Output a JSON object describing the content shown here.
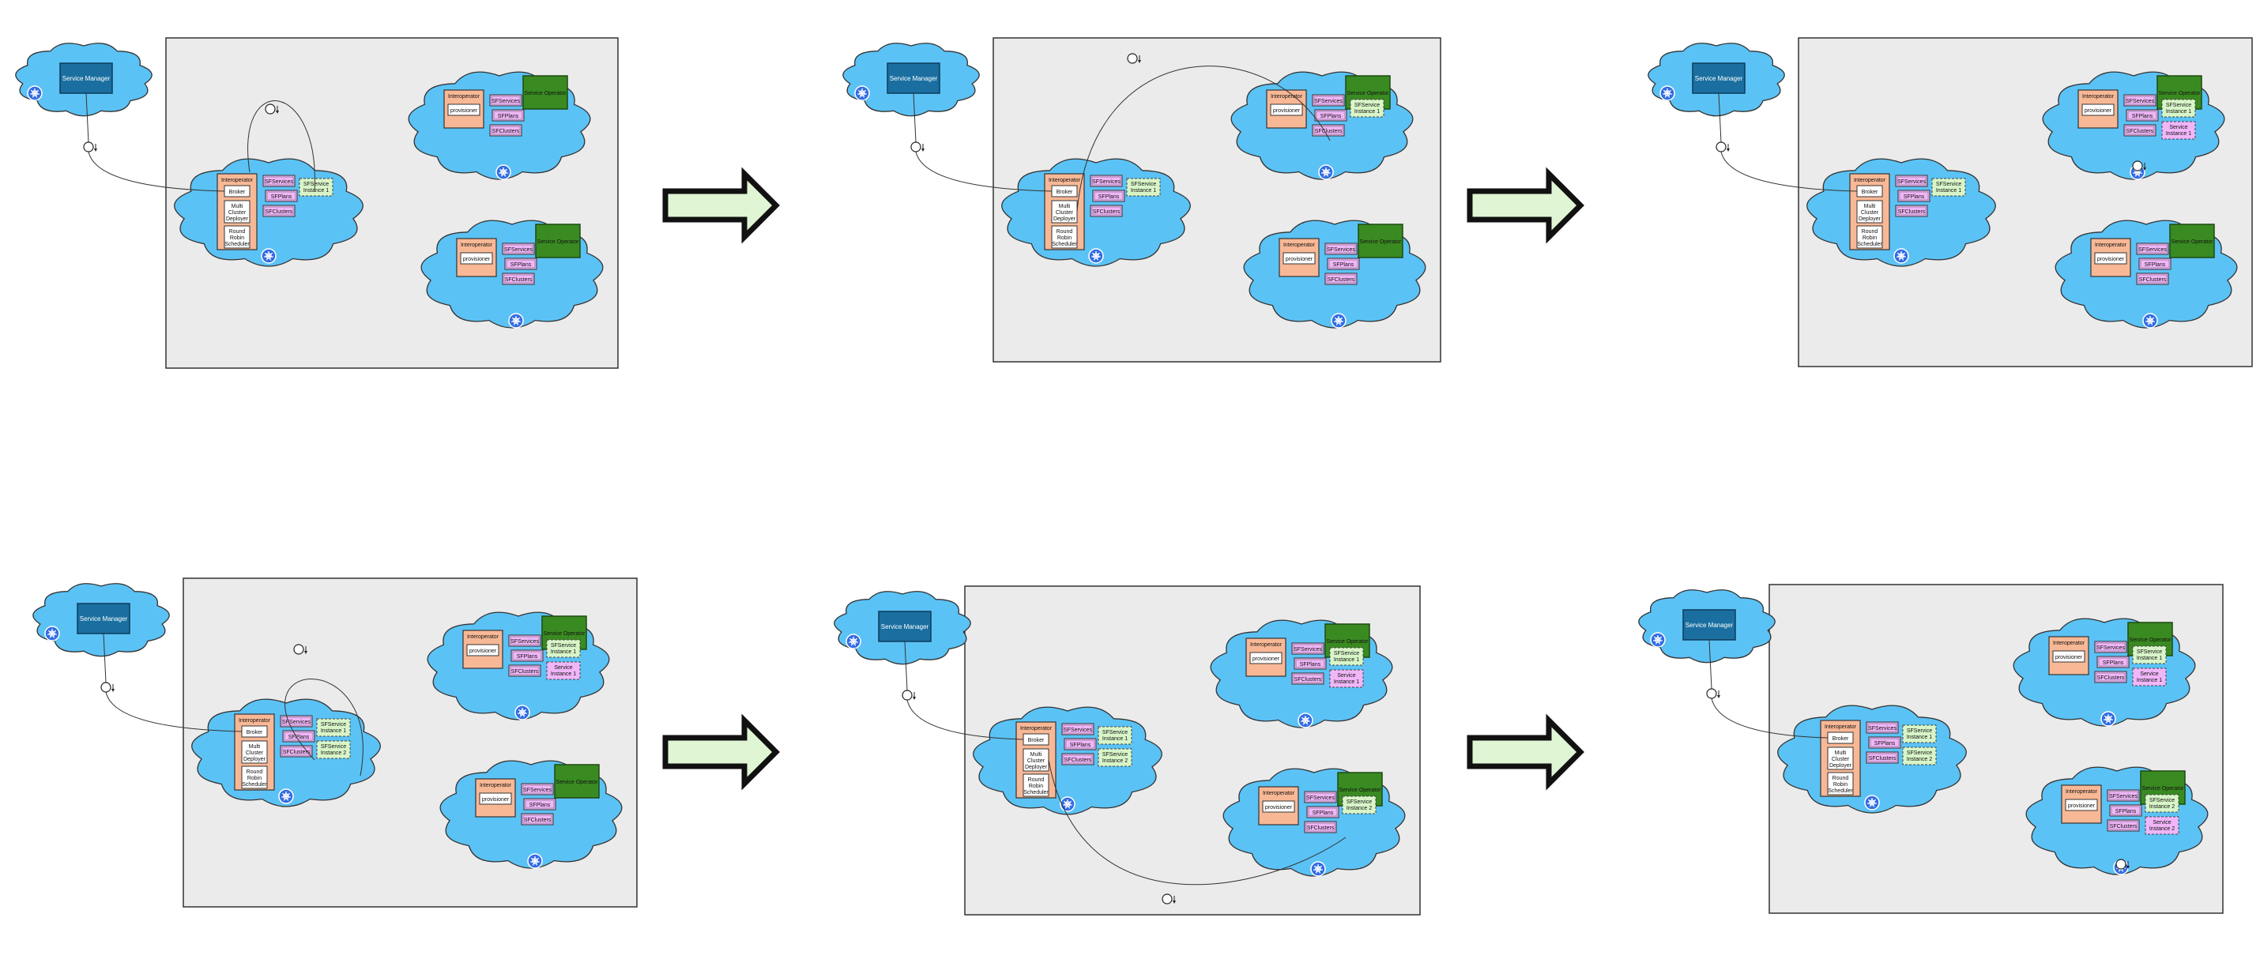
{
  "labels": {
    "service_manager": "Service Manager",
    "service_operator": "Service Operator",
    "interoperator": "Interoperator",
    "broker": "Broker",
    "mcd": [
      "Multi",
      "Cluster",
      "Deployer"
    ],
    "rrs": [
      "Round",
      "Robin",
      "Scheduler"
    ],
    "provisioner": "provisioner",
    "sfservices": "SFServices",
    "sfplans": "SFPlans",
    "sfclusters": "SFClusters",
    "sfservice_instance_1": [
      "SFService",
      "Instance 1"
    ],
    "sfservice_instance_2": [
      "SFService",
      "Instance 2"
    ],
    "service_instance_1": [
      "Service",
      "Instance 1"
    ],
    "service_instance_2": [
      "Service",
      "Instance 2"
    ]
  },
  "colors": {
    "cloud": "#5bc2f5",
    "panel": "#ebebeb",
    "service_manager": "#1a6fa0",
    "service_operator": "#3a8a22",
    "interoperator": "#f8b896",
    "crd": "#f0b6f8",
    "sfservice_instance": "#d8f5c8",
    "service_instance": "#f0b6f8",
    "arrow": "#dff5d4"
  },
  "steps": [
    {
      "id": 1,
      "master_instance": "sfservice_instance_1",
      "remote1_instance": null,
      "remote2_instance": null
    },
    {
      "id": 2,
      "master_instance": "sfservice_instance_1",
      "remote1_instance": "sfservice_instance_1",
      "remote2_instance": null
    },
    {
      "id": 3,
      "master_instance": "sfservice_instance_1",
      "remote1_instance": "sfservice_instance_1",
      "remote1_service": "service_instance_1",
      "remote2_instance": null
    },
    {
      "id": 4,
      "master_instance": "sfservice_instance_1",
      "master_instance_b": "sfservice_instance_2",
      "remote1_instance": "sfservice_instance_1",
      "remote1_service": "service_instance_1",
      "remote2_instance": null
    },
    {
      "id": 5,
      "master_instance": "sfservice_instance_1",
      "master_instance_b": "sfservice_instance_2",
      "remote1_instance": "sfservice_instance_1",
      "remote1_service": "service_instance_1",
      "remote2_instance": "sfservice_instance_2"
    },
    {
      "id": 6,
      "master_instance": "sfservice_instance_1",
      "master_instance_b": "sfservice_instance_2",
      "remote1_instance": "sfservice_instance_1",
      "remote1_service": "service_instance_1",
      "remote2_instance": "sfservice_instance_2",
      "remote2_service": "service_instance_2"
    }
  ]
}
